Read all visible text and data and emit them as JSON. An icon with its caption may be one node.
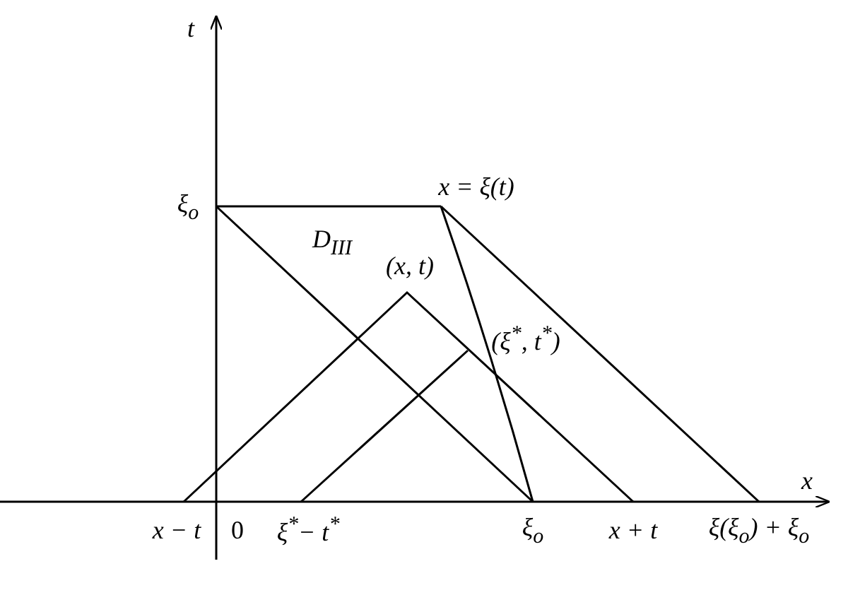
{
  "diagram": {
    "labels": [
      "t",
      "ξ$_{o}$",
      "x = ξ(t)",
      "D$_{III}$",
      "(x, t)",
      "(ξ$^{*}$, t$^{*}$)",
      "x",
      "x − t",
      "0",
      "ξ$^{*}$− t$^{*}$",
      "ξ$_{o}$",
      "x + t",
      "ξ(ξ$_{o}$) + ξ$_{o}$"
    ]
  }
}
